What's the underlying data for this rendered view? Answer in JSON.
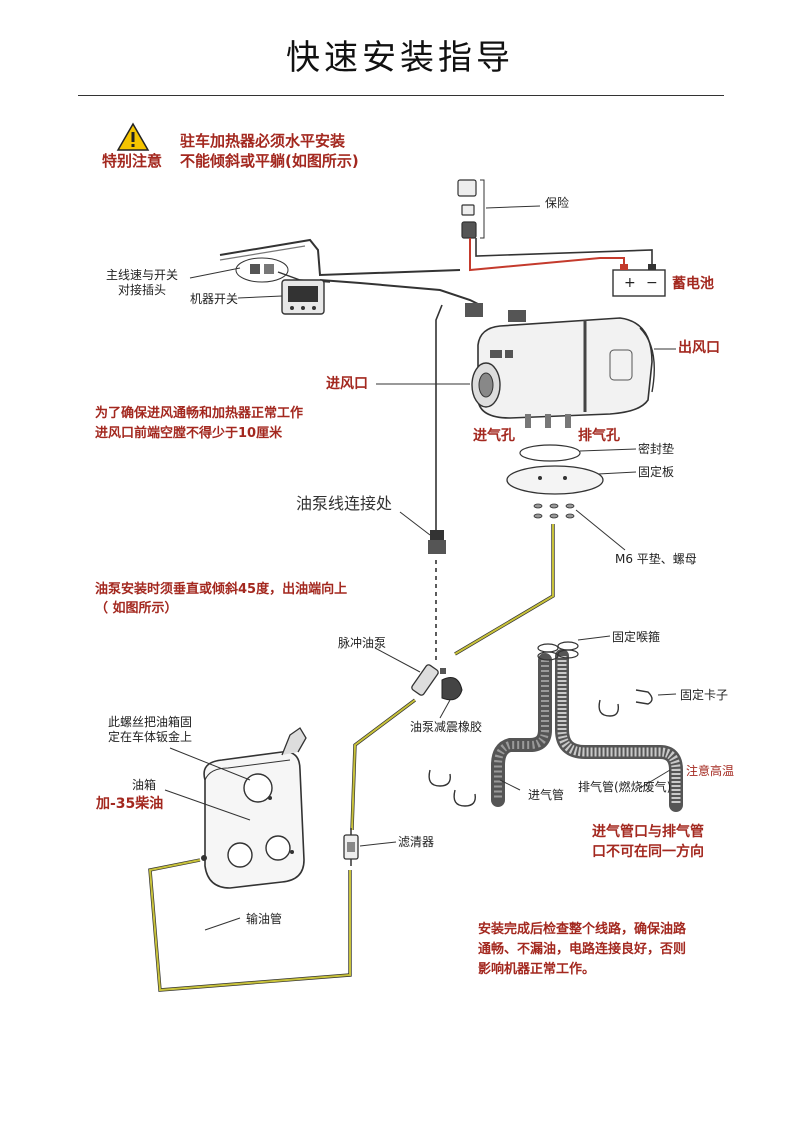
{
  "title": "快速安装指导",
  "warning": {
    "icon": "warning-triangle-icon",
    "label": "特别注意",
    "line1": "驻车加热器必须水平安装",
    "line2": "不能倾斜或平躺(如图所示)"
  },
  "labels": {
    "fuse": "保险",
    "battery": "蓄电池",
    "main_harness": "主线速与开关\n对接插头",
    "switch": "机器开关",
    "outlet": "出风口",
    "inlet": "进风口",
    "inlet_note_1": "为了确保进风通畅和加热器正常工作",
    "inlet_note_2": "进风口前端空膛不得少于10厘米",
    "intake_hole": "进气孔",
    "exhaust_hole": "排气孔",
    "gasket": "密封垫",
    "mount_plate": "固定板",
    "pump_connection": "油泵线连接处",
    "washers": "M6 平垫、螺母",
    "pump_note_1": "油泵安装时须垂直或倾斜45度，出油端向上",
    "pump_note_2": "（ 如图所示）",
    "pulse_pump": "脉冲油泵",
    "pump_rubber": "油泵减震橡胶",
    "hose_clamp": "固定喉箍",
    "clip": "固定卡子",
    "tank_screw": "此螺丝把油箱固\n定在车体钣金上",
    "tank": "油箱",
    "diesel": "加-35柴油",
    "intake_pipe": "进气管",
    "exhaust_pipe": "排气管(燃烧废气)",
    "hot": "注意高温",
    "pipe_note_1": "进气管口与排气管",
    "pipe_note_2": "口不可在同一方向",
    "filter": "滤清器",
    "fuel_line": "输油管",
    "final_1": "安装完成后检查整个线路，确保油路",
    "final_2": "通畅、不漏油，电路连接良好，否则",
    "final_3": "影响机器正常工作。"
  },
  "battery_symbols": {
    "plus": "+",
    "minus": "−"
  },
  "colors": {
    "red_text": "#a3281f",
    "fuel_line": "#c8c23a",
    "wire_red": "#c43a2c"
  }
}
